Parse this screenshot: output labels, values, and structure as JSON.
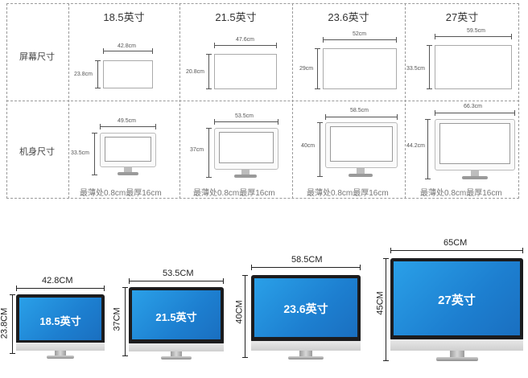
{
  "table": {
    "row_labels": {
      "screen": "屏幕尺寸",
      "body": "机身尺寸"
    },
    "sizes": [
      {
        "title": "18.5英寸",
        "screen_w": "42.8cm",
        "screen_h": "23.8cm",
        "body_w": "49.5cm",
        "body_h": "33.5cm",
        "note": "最薄处0.8cm最厚16cm"
      },
      {
        "title": "21.5英寸",
        "screen_w": "47.6cm",
        "screen_h": "20.8cm",
        "body_w": "53.5cm",
        "body_h": "37cm",
        "note": "最薄处0.8cm最厚16cm"
      },
      {
        "title": "23.6英寸",
        "screen_w": "52cm",
        "screen_h": "29cm",
        "body_w": "58.5cm",
        "body_h": "40cm",
        "note": "最薄处0.8cm最厚16cm"
      },
      {
        "title": "27英寸",
        "screen_w": "59.5cm",
        "screen_h": "33.5cm",
        "body_w": "66.3cm",
        "body_h": "44.2cm",
        "note": "最薄处0.8cm最厚16cm"
      }
    ]
  },
  "monitors": [
    {
      "label": "18.5英寸",
      "width": "42.8CM",
      "height": "23.8CM"
    },
    {
      "label": "21.5英寸",
      "width": "53.5CM",
      "height": "37CM"
    },
    {
      "label": "23.6英寸",
      "width": "58.5CM",
      "height": "40CM"
    },
    {
      "label": "27英寸",
      "width": "65CM",
      "height": "45CM"
    }
  ],
  "colors": {
    "screen_blue": "#1d7fd0",
    "bezel": "#1c1c1e",
    "grid": "#9a9a9a"
  },
  "icons": [
    "monitor-outline-icon",
    "monitor-colored-icon"
  ]
}
